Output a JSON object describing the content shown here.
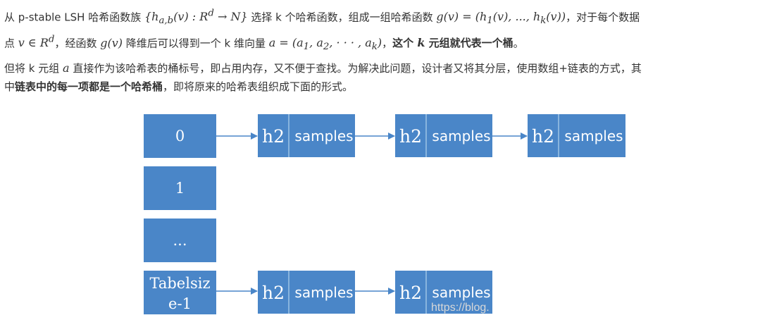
{
  "paragraph1": {
    "t1": "从 p-stable LSH 哈希函数族 ",
    "m1": "{h",
    "m1sub": "a,b",
    "m1b": "(v) : R",
    "m1sup": "d",
    "m1c": " → N}",
    "t2": " 选择 k 个哈希函数，组成一组哈希函数 ",
    "m2": "g(v) = (h",
    "m2sub1": "1",
    "m2b": "(v), ..., h",
    "m2sub2": "k",
    "m2c": "(v))",
    "t3": "，对于每个数据",
    "t4": "点 ",
    "m3": "v ∈ R",
    "m3sup": "d",
    "t5": "，经函数 ",
    "m4": "g(v)",
    "t6": " 降维后可以得到一个 k 维向量 ",
    "m5": "a = (a",
    "m5s1": "1",
    "m5b": ", a",
    "m5s2": "2",
    "m5c": ", · · · , a",
    "m5s3": "k",
    "m5d": ")",
    "t7": "，",
    "bold1": "这个 ",
    "m6": "k",
    "bold2": " 元组就代表一个桶",
    "t8": "。"
  },
  "paragraph2": {
    "t1": "但将 k 元组 ",
    "m1": "a",
    "t2": " 直接作为该哈希表的桶标号，即占用内存，又不便于查找。为解决此问题，设计者又将其分层，使用数组+链表的方式，其",
    "t3": "中",
    "bold1": "链表中的每一项都是一个哈希桶",
    "t4": "，即将原来的哈希表组织成下面的形式。"
  },
  "diagram": {
    "array_cells": [
      "0",
      "1",
      "...",
      "Tabelsiz",
      "e-1"
    ],
    "node_hash_label": "h2",
    "node_samples_label": "samples",
    "watermark": "https://blog."
  },
  "colors": {
    "box_fill": "#4a86c8",
    "text": "#333333"
  }
}
